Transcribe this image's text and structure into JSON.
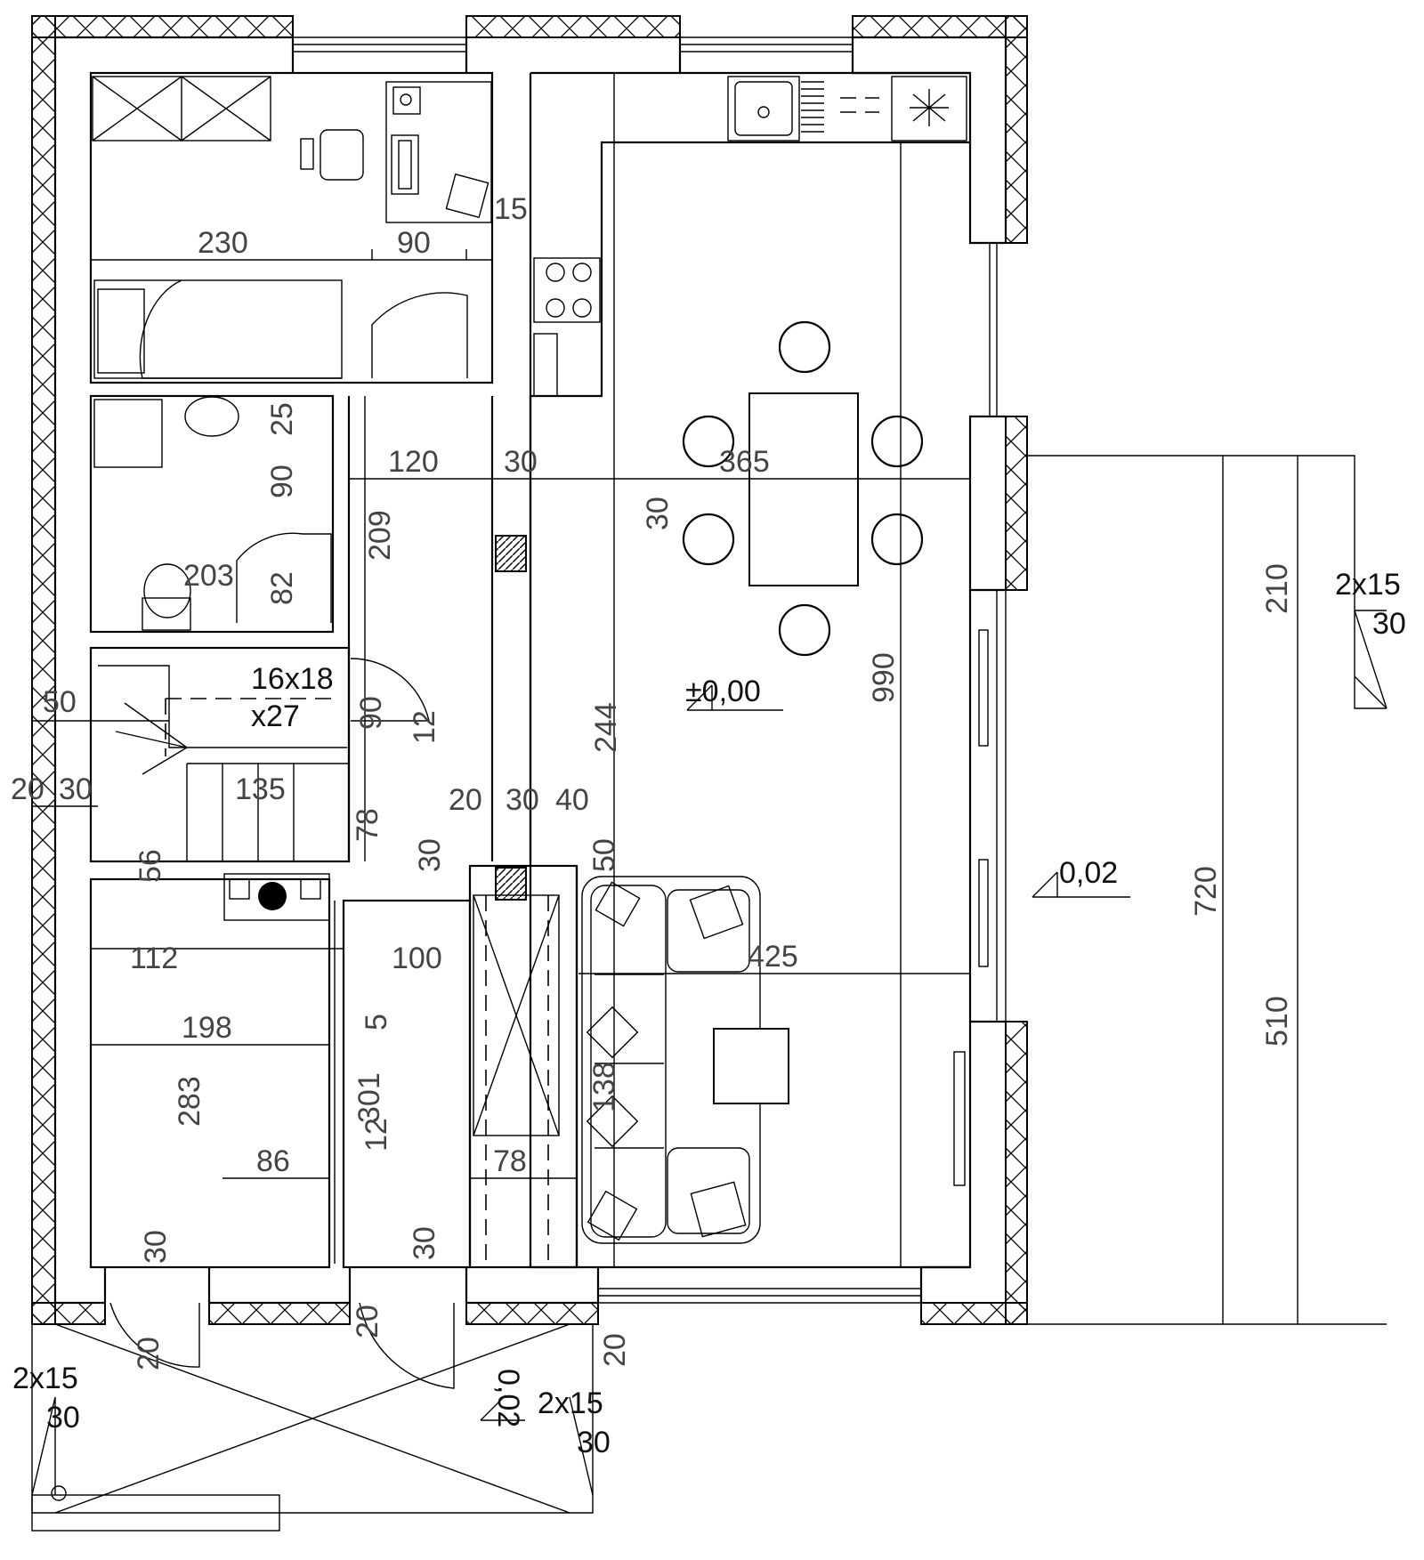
{
  "labels": {
    "stair_size": "16x18",
    "stair_count": "x27",
    "level_main": "±0,00",
    "level_terrace": "0,02",
    "level_entry": "0,02",
    "step_a_size": "2x15",
    "step_a_depth": "30",
    "step_b_size": "2x15",
    "step_b_depth": "30",
    "step_c_size": "2x15",
    "step_c_depth": "30"
  },
  "dimensions": {
    "d230": "230",
    "d90_top": "90",
    "d15": "15",
    "d25": "25",
    "d90_bath": "90",
    "d120": "120",
    "d30_hall": "30",
    "d365": "365",
    "d30_dining": "30",
    "d209": "209",
    "d203": "203",
    "d82": "82",
    "d50": "50",
    "d20": "20",
    "d30_left": "30",
    "d135": "135",
    "d90_stair": "90",
    "d12_stair": "12",
    "d78_stair": "78",
    "d20b": "20",
    "d30b": "30",
    "d40": "40",
    "d244": "244",
    "d990": "990",
    "d30_vert": "30",
    "d56": "56",
    "d112": "112",
    "d100": "100",
    "d198": "198",
    "d5": "5",
    "d283": "283",
    "d301": "301",
    "d12b": "12",
    "d86": "86",
    "d78b": "78",
    "d425": "425",
    "d30_bottom_a": "30",
    "d30_bottom_b": "30",
    "d20_bottom_a": "20",
    "d20_bottom_b": "20",
    "d20_bottom_c": "20",
    "d50_sofa": "50",
    "d138": "138",
    "d210": "210",
    "d720": "720",
    "d510": "510"
  }
}
